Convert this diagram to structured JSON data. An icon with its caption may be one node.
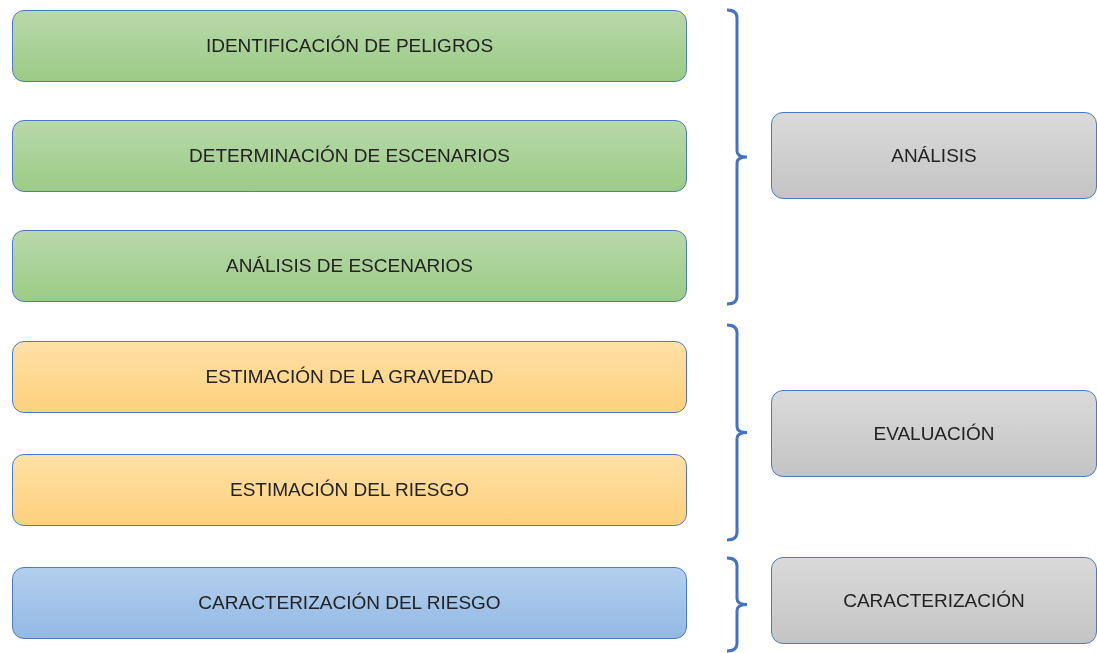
{
  "diagram": {
    "nodes": [
      {
        "text": [
          "IDENTIFICACIÓN DE PELIGROS"
        ]
      },
      {
        "text": [
          "DETERMINACIÓN DE ESCENARIOS"
        ]
      },
      {
        "text": [
          "ANÁLISIS DE ESCENARIOS"
        ]
      },
      {
        "text": [
          "ESTIMACIÓN DE LA GRAVEDAD"
        ]
      },
      {
        "text": [
          "ESTIMACIÓN DEL RIESGO"
        ]
      },
      {
        "text": [
          "CARACTERIZACIÓN DEL RIESGO"
        ]
      },
      {
        "text": [
          "ANÁLISIS"
        ]
      },
      {
        "text": [
          "EVALUACIÓN"
        ]
      },
      {
        "text": [
          "CARACTERIZACIÓN"
        ]
      }
    ],
    "edges": []
  }
}
